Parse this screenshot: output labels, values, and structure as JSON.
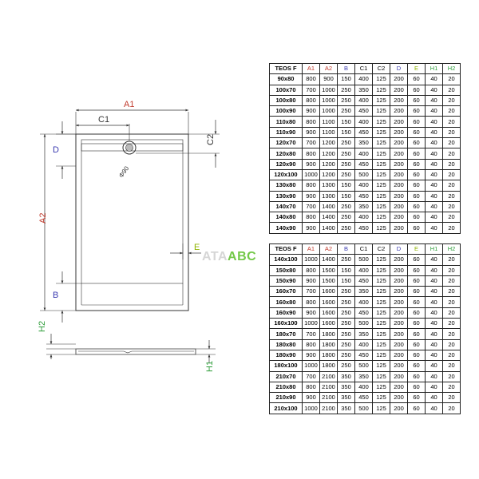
{
  "drawing": {
    "labels": {
      "a1": "A1",
      "c1": "C1",
      "d": "D",
      "c2": "C2",
      "a2": "A2",
      "b": "B",
      "e": "E",
      "h2": "H2",
      "h1": "H1",
      "drain": "Φ90"
    },
    "colors": {
      "a1": "#c0392b",
      "a2": "#c0392b",
      "c1": "#333333",
      "c2": "#333333",
      "d": "#3b3bb0",
      "b": "#3b3bb0",
      "e": "#8fb300",
      "h1": "#2e9d3a",
      "h2": "#2e9d3a"
    }
  },
  "watermark": {
    "part1": "ATA",
    "part2": "ABC"
  },
  "tables": {
    "headers": [
      "TEOS F",
      "A1",
      "A2",
      "B",
      "C1",
      "C2",
      "D",
      "E",
      "H1",
      "H2"
    ],
    "header_colors": [
      "#000000",
      "#c0392b",
      "#c0392b",
      "#3b3bb0",
      "#000000",
      "#000000",
      "#3b3bb0",
      "#8fb300",
      "#2e9d3a",
      "#2e9d3a"
    ],
    "top_rows": [
      [
        "90x80",
        "800",
        "900",
        "150",
        "400",
        "125",
        "200",
        "60",
        "40",
        "20"
      ],
      [
        "100x70",
        "700",
        "1000",
        "250",
        "350",
        "125",
        "200",
        "60",
        "40",
        "20"
      ],
      [
        "100x80",
        "800",
        "1000",
        "250",
        "400",
        "125",
        "200",
        "60",
        "40",
        "20"
      ],
      [
        "100x90",
        "900",
        "1000",
        "250",
        "450",
        "125",
        "200",
        "60",
        "40",
        "20"
      ],
      [
        "110x80",
        "800",
        "1100",
        "150",
        "400",
        "125",
        "200",
        "60",
        "40",
        "20"
      ],
      [
        "110x90",
        "900",
        "1100",
        "150",
        "450",
        "125",
        "200",
        "60",
        "40",
        "20"
      ],
      [
        "120x70",
        "700",
        "1200",
        "250",
        "350",
        "125",
        "200",
        "60",
        "40",
        "20"
      ],
      [
        "120x80",
        "800",
        "1200",
        "250",
        "400",
        "125",
        "200",
        "60",
        "40",
        "20"
      ],
      [
        "120x90",
        "900",
        "1200",
        "250",
        "450",
        "125",
        "200",
        "60",
        "40",
        "20"
      ],
      [
        "120x100",
        "1000",
        "1200",
        "250",
        "500",
        "125",
        "200",
        "60",
        "40",
        "20"
      ],
      [
        "130x80",
        "800",
        "1300",
        "150",
        "400",
        "125",
        "200",
        "60",
        "40",
        "20"
      ],
      [
        "130x90",
        "900",
        "1300",
        "150",
        "450",
        "125",
        "200",
        "60",
        "40",
        "20"
      ],
      [
        "140x70",
        "700",
        "1400",
        "250",
        "350",
        "125",
        "200",
        "60",
        "40",
        "20"
      ],
      [
        "140x80",
        "800",
        "1400",
        "250",
        "400",
        "125",
        "200",
        "60",
        "40",
        "20"
      ],
      [
        "140x90",
        "900",
        "1400",
        "250",
        "450",
        "125",
        "200",
        "60",
        "40",
        "20"
      ]
    ],
    "bottom_rows": [
      [
        "140x100",
        "1000",
        "1400",
        "250",
        "500",
        "125",
        "200",
        "60",
        "40",
        "20"
      ],
      [
        "150x80",
        "800",
        "1500",
        "150",
        "400",
        "125",
        "200",
        "60",
        "40",
        "20"
      ],
      [
        "150x90",
        "900",
        "1500",
        "150",
        "450",
        "125",
        "200",
        "60",
        "40",
        "20"
      ],
      [
        "160x70",
        "700",
        "1600",
        "250",
        "350",
        "125",
        "200",
        "60",
        "40",
        "20"
      ],
      [
        "160x80",
        "800",
        "1600",
        "250",
        "400",
        "125",
        "200",
        "60",
        "40",
        "20"
      ],
      [
        "160x90",
        "900",
        "1600",
        "250",
        "450",
        "125",
        "200",
        "60",
        "40",
        "20"
      ],
      [
        "160x100",
        "1000",
        "1600",
        "250",
        "500",
        "125",
        "200",
        "60",
        "40",
        "20"
      ],
      [
        "180x70",
        "700",
        "1800",
        "250",
        "350",
        "125",
        "200",
        "60",
        "40",
        "20"
      ],
      [
        "180x80",
        "800",
        "1800",
        "250",
        "400",
        "125",
        "200",
        "60",
        "40",
        "20"
      ],
      [
        "180x90",
        "900",
        "1800",
        "250",
        "450",
        "125",
        "200",
        "60",
        "40",
        "20"
      ],
      [
        "180x100",
        "1000",
        "1800",
        "250",
        "500",
        "125",
        "200",
        "60",
        "40",
        "20"
      ],
      [
        "210x70",
        "700",
        "2100",
        "350",
        "350",
        "125",
        "200",
        "60",
        "40",
        "20"
      ],
      [
        "210x80",
        "800",
        "2100",
        "350",
        "400",
        "125",
        "200",
        "60",
        "40",
        "20"
      ],
      [
        "210x90",
        "900",
        "2100",
        "350",
        "450",
        "125",
        "200",
        "60",
        "40",
        "20"
      ],
      [
        "210x100",
        "1000",
        "2100",
        "350",
        "500",
        "125",
        "200",
        "60",
        "40",
        "20"
      ]
    ]
  }
}
